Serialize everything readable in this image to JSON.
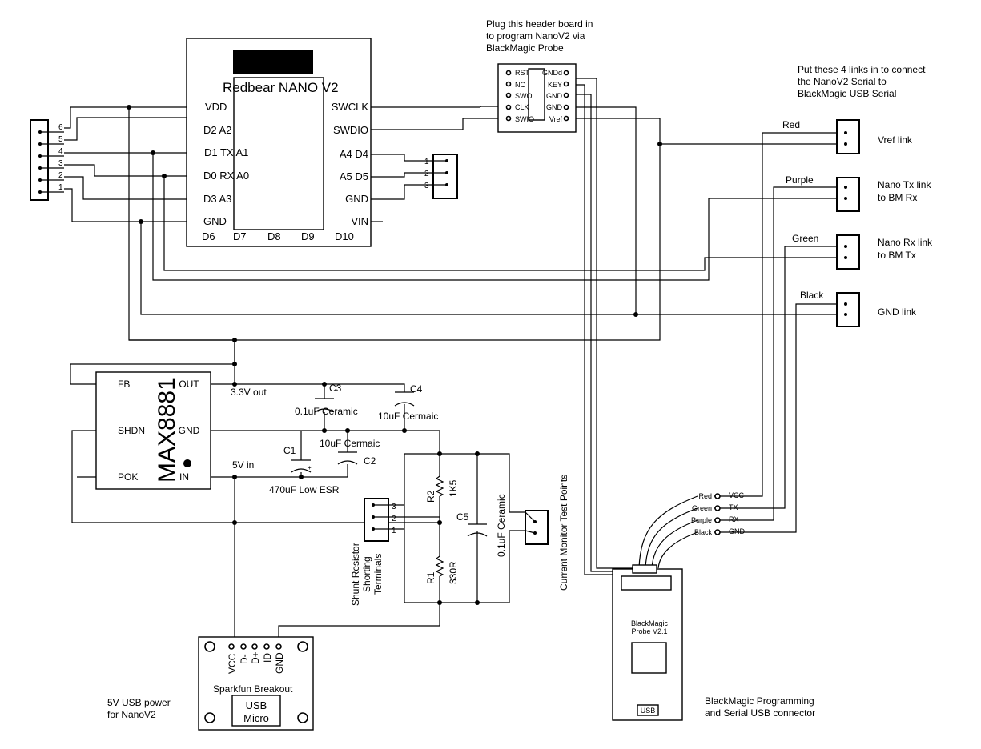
{
  "notes": {
    "header_board": [
      "Plug this header board in",
      "to program NanoV2 via",
      "BlackMagic Probe"
    ],
    "links": [
      "Put these 4 links in to connect",
      "the NanoV2 Serial to",
      "BlackMagic USB Serial"
    ],
    "usb_power": [
      "5V USB power",
      "for NanoV2"
    ],
    "bm_connector": [
      "BlackMagic Programming",
      "and Serial USB connector"
    ],
    "current_monitor": "Current Monitor Test Points",
    "shunt": [
      "Shunt Resistor",
      "Shorting",
      "Terminals"
    ]
  },
  "nano": {
    "title": "Redbear NANO V2",
    "left_pins": [
      "VDD",
      "D2 A2",
      "D1 TX A1",
      "D0 RX A0",
      "D3 A3",
      "GND"
    ],
    "right_pins": [
      "SWCLK",
      "SWDIO",
      "A4 D4",
      "A5 D5",
      "GND",
      "VIN"
    ],
    "bottom_pins": [
      "D6",
      "D7",
      "D8",
      "D9",
      "D10"
    ]
  },
  "j6": {
    "pins": [
      "6",
      "5",
      "4",
      "3",
      "2",
      "1"
    ]
  },
  "j3": {
    "pins": [
      "1",
      "2",
      "3"
    ]
  },
  "swd_header": {
    "left": [
      "RST",
      "NC",
      "SWO",
      "CLK",
      "SWIO"
    ],
    "right": [
      "GNDd",
      "KEY",
      "GND",
      "GND",
      "Vref"
    ]
  },
  "links": [
    {
      "wire": "Red",
      "label": [
        "Vref link"
      ]
    },
    {
      "wire": "Purple",
      "label": [
        "Nano Tx link",
        "to BM Rx"
      ]
    },
    {
      "wire": "Green",
      "label": [
        "Nano Rx link",
        "to BM Tx"
      ]
    },
    {
      "wire": "Black",
      "label": [
        "GND link"
      ]
    }
  ],
  "max": {
    "name": "MAX8881",
    "left_pins": [
      "FB",
      "SHDN",
      "POK"
    ],
    "right_pins": [
      "OUT",
      "GND",
      "IN"
    ]
  },
  "nets": {
    "out": "3.3V out",
    "in": "5V in"
  },
  "caps": {
    "c3": {
      "ref": "C3",
      "value": "0.1uF Ceramic"
    },
    "c4": {
      "ref": "C4",
      "value": "10uF Cermaic"
    },
    "c1": {
      "ref": "C1",
      "value": "470uF Low ESR",
      "plus": "+"
    },
    "c2": {
      "ref": "C2",
      "value": "10uF Cermaic"
    },
    "c5": {
      "ref": "C5",
      "value": "0.1uF Ceramic"
    }
  },
  "res": {
    "r2": {
      "ref": "R2",
      "value": "1K5"
    },
    "r1": {
      "ref": "R1",
      "value": "330R"
    }
  },
  "shunt_header": {
    "pins": [
      "3",
      "2",
      "1"
    ]
  },
  "sparkfun": {
    "title": "Sparkfun Breakout",
    "pins": [
      "VCC",
      "D-",
      "D+",
      "ID",
      "GND"
    ],
    "usb": [
      "USB",
      "Micro"
    ]
  },
  "bm": {
    "title": [
      "BlackMagic",
      "Probe V2.1"
    ],
    "usb": "USB",
    "wires": [
      {
        "color": "Red",
        "signal": "VCC"
      },
      {
        "color": "Green",
        "signal": "TX"
      },
      {
        "color": "Purple",
        "signal": "RX"
      },
      {
        "color": "Black",
        "signal": "GND"
      }
    ]
  },
  "colors": {
    "ink": "#000000",
    "paper": "#ffffff"
  }
}
